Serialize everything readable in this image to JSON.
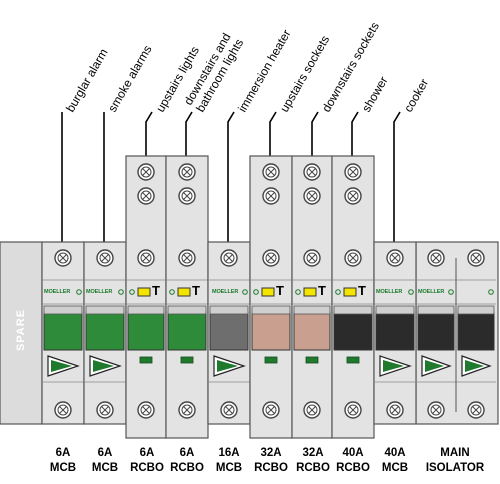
{
  "spare_label": "SPARE",
  "brand": "MOELLER",
  "test_letter": "T",
  "circuits": [
    {
      "label": "burglar alarm",
      "rating": "6A",
      "type": "MCB"
    },
    {
      "label": "smoke alarms",
      "rating": "6A",
      "type": "MCB"
    },
    {
      "label": "upstairs lights",
      "rating": "6A",
      "type": "RCBO"
    },
    {
      "label": "downstairs and bathroom lights",
      "label_line1": "downstairs and",
      "label_line2": "bathroom lights",
      "rating": "6A",
      "type": "RCBO"
    },
    {
      "label": "immersion heater",
      "rating": "16A",
      "type": "MCB"
    },
    {
      "label": "upstairs sockets",
      "rating": "32A",
      "type": "RCBO"
    },
    {
      "label": "downstairs sockets",
      "rating": "32A",
      "type": "RCBO"
    },
    {
      "label": "shower",
      "rating": "40A",
      "type": "RCBO"
    },
    {
      "label": "cooker",
      "rating": "40A",
      "type": "MCB"
    }
  ],
  "main": {
    "rating": "MAIN",
    "type": "ISOLATOR"
  },
  "colors": {
    "panel": "#e3e3e3",
    "outline": "#555555",
    "green_toggle": "#2e8b3a",
    "grey_toggle": "#6e6e6e",
    "tan_toggle": "#c9a08f",
    "black_toggle": "#2b2b2b",
    "indicator": "#1f7a2e",
    "yellow": "#f3e500",
    "brand_green": "#1a7a2a"
  }
}
